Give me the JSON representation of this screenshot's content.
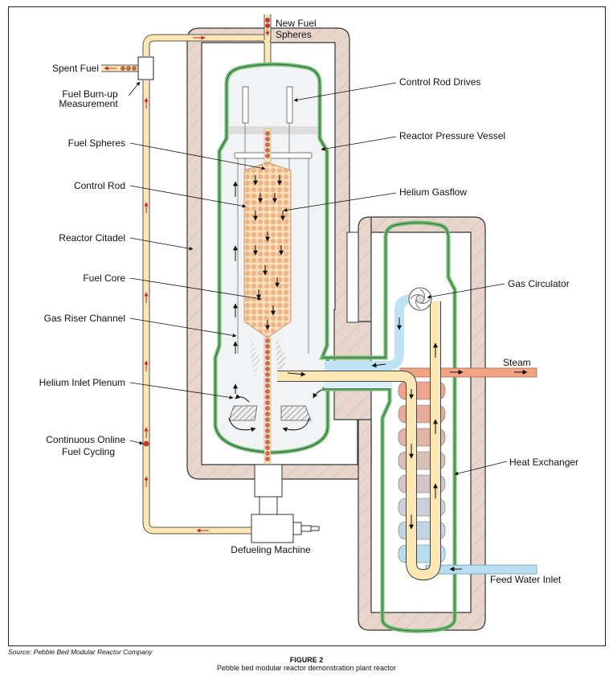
{
  "figure": {
    "number": "FIGURE 2",
    "caption": "Pebble bed modular reactor demonstration plant reactor",
    "source": "Source: Pebble Bed Modular Reactor Company"
  },
  "labels": {
    "new_fuel_1": "New Fuel",
    "new_fuel_2": "Spheres",
    "spent_fuel": "Spent Fuel",
    "burnup_1": "Fuel Burn-up",
    "burnup_2": "Measurement",
    "control_rod_drives": "Control Rod Drives",
    "reactor_pressure_vessel": "Reactor Pressure Vessel",
    "fuel_spheres": "Fuel Spheres",
    "control_rod": "Control Rod",
    "helium_gasflow": "Helium Gasflow",
    "reactor_citadel": "Reactor Citadel",
    "fuel_core": "Fuel Core",
    "gas_circulator": "Gas Circulator",
    "gas_riser_channel": "Gas Riser Channel",
    "steam": "Steam",
    "helium_inlet_plenum": "Helium Inlet Plenum",
    "continuous_1": "Continuous Online",
    "continuous_2": "Fuel Cycling",
    "heat_exchanger": "Heat Exchanger",
    "defueling_machine": "Defueling Machine",
    "feed_water_inlet": "Feed Water Inlet"
  },
  "colors": {
    "citadel_fill": "#e8d6cc",
    "vessel_green": "#6cc070",
    "fuel_pipe": "#fde7b5",
    "fuel_sphere": "#d06a50",
    "core_fill": "#f6c9a0",
    "steam_pipe": "#f2a484",
    "water_pipe": "#b8def2",
    "gas_blue": "#e2f2f9",
    "arrow_red": "#cc2222"
  }
}
